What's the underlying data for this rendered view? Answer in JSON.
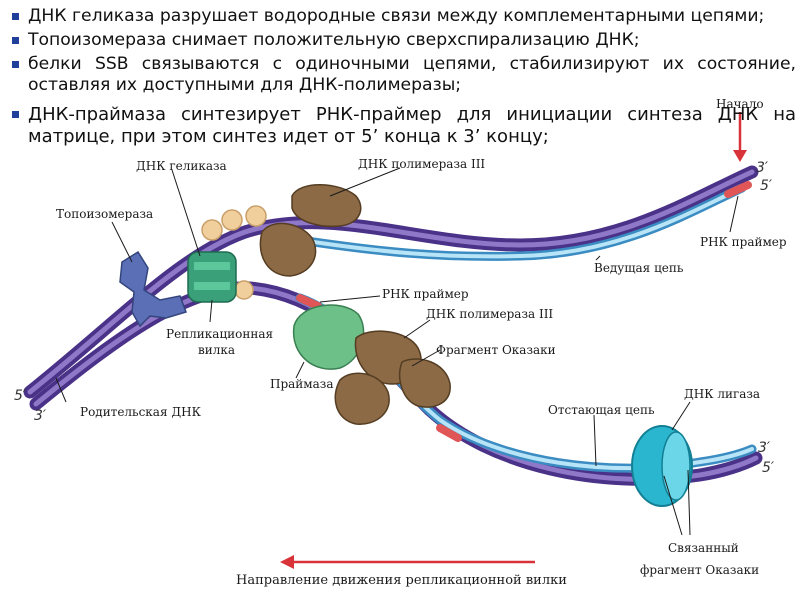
{
  "bullets": [
    "ДНК геликаза разрушает водородные связи между комплементарными цепями;",
    "Топоизомераза снимает положительную сверхспирализацию ДНК;",
    "белки SSB связываются с одиночными цепями, стабилизируют их состояние, оставляя их доступными для ДНК-полимеразы;",
    "ДНК-праймаза синтезирует РНК-праймер для инициации синтеза ДНК на матрице, при этом синтез идет от 5’ конца к 3’ концу;"
  ],
  "labels": {
    "start": "Начало",
    "topoisomerase": "Топоизомераза",
    "polymerase_top": "ДНК полимераза III",
    "helicase_top": "ДНК геликаза",
    "rna_primer_top": "РНК праймер",
    "leading_strand": "Ведущая цепь",
    "rna_primer_mid": "РНК праймер",
    "replication_fork_1": "Репликационная",
    "replication_fork_2": "вилка",
    "polymerase_mid": "ДНК полимераза III",
    "okazaki": "Фрагмент Оказаки",
    "primase": "Праймаза",
    "parent_dna": "Родительская ДНК",
    "lagging_strand": "Отстающая цепь",
    "dna_ligase": "ДНК лигаза",
    "linked_okazaki_1": "Связанный",
    "linked_okazaki_2": "фрагмент Оказаки",
    "direction": "Направление движения репликационной вилки"
  },
  "ends": {
    "left_5": "5′",
    "left_3": "3′",
    "top_3": "3′",
    "top_5": "5′",
    "bottom_3": "3′",
    "bottom_5": "5′"
  },
  "colors": {
    "parent_strand": "#6a4fa8",
    "new_strand": "#8fd0ee",
    "primer": "#e05555",
    "polymerase": "#8b6a45",
    "helicase": "#3aa07a",
    "primase": "#5fb87a",
    "topoisomerase": "#5a6fb5",
    "ssb": "#f0cf9c",
    "ligase": "#2bb6cf",
    "arrow": "#d9333a"
  }
}
